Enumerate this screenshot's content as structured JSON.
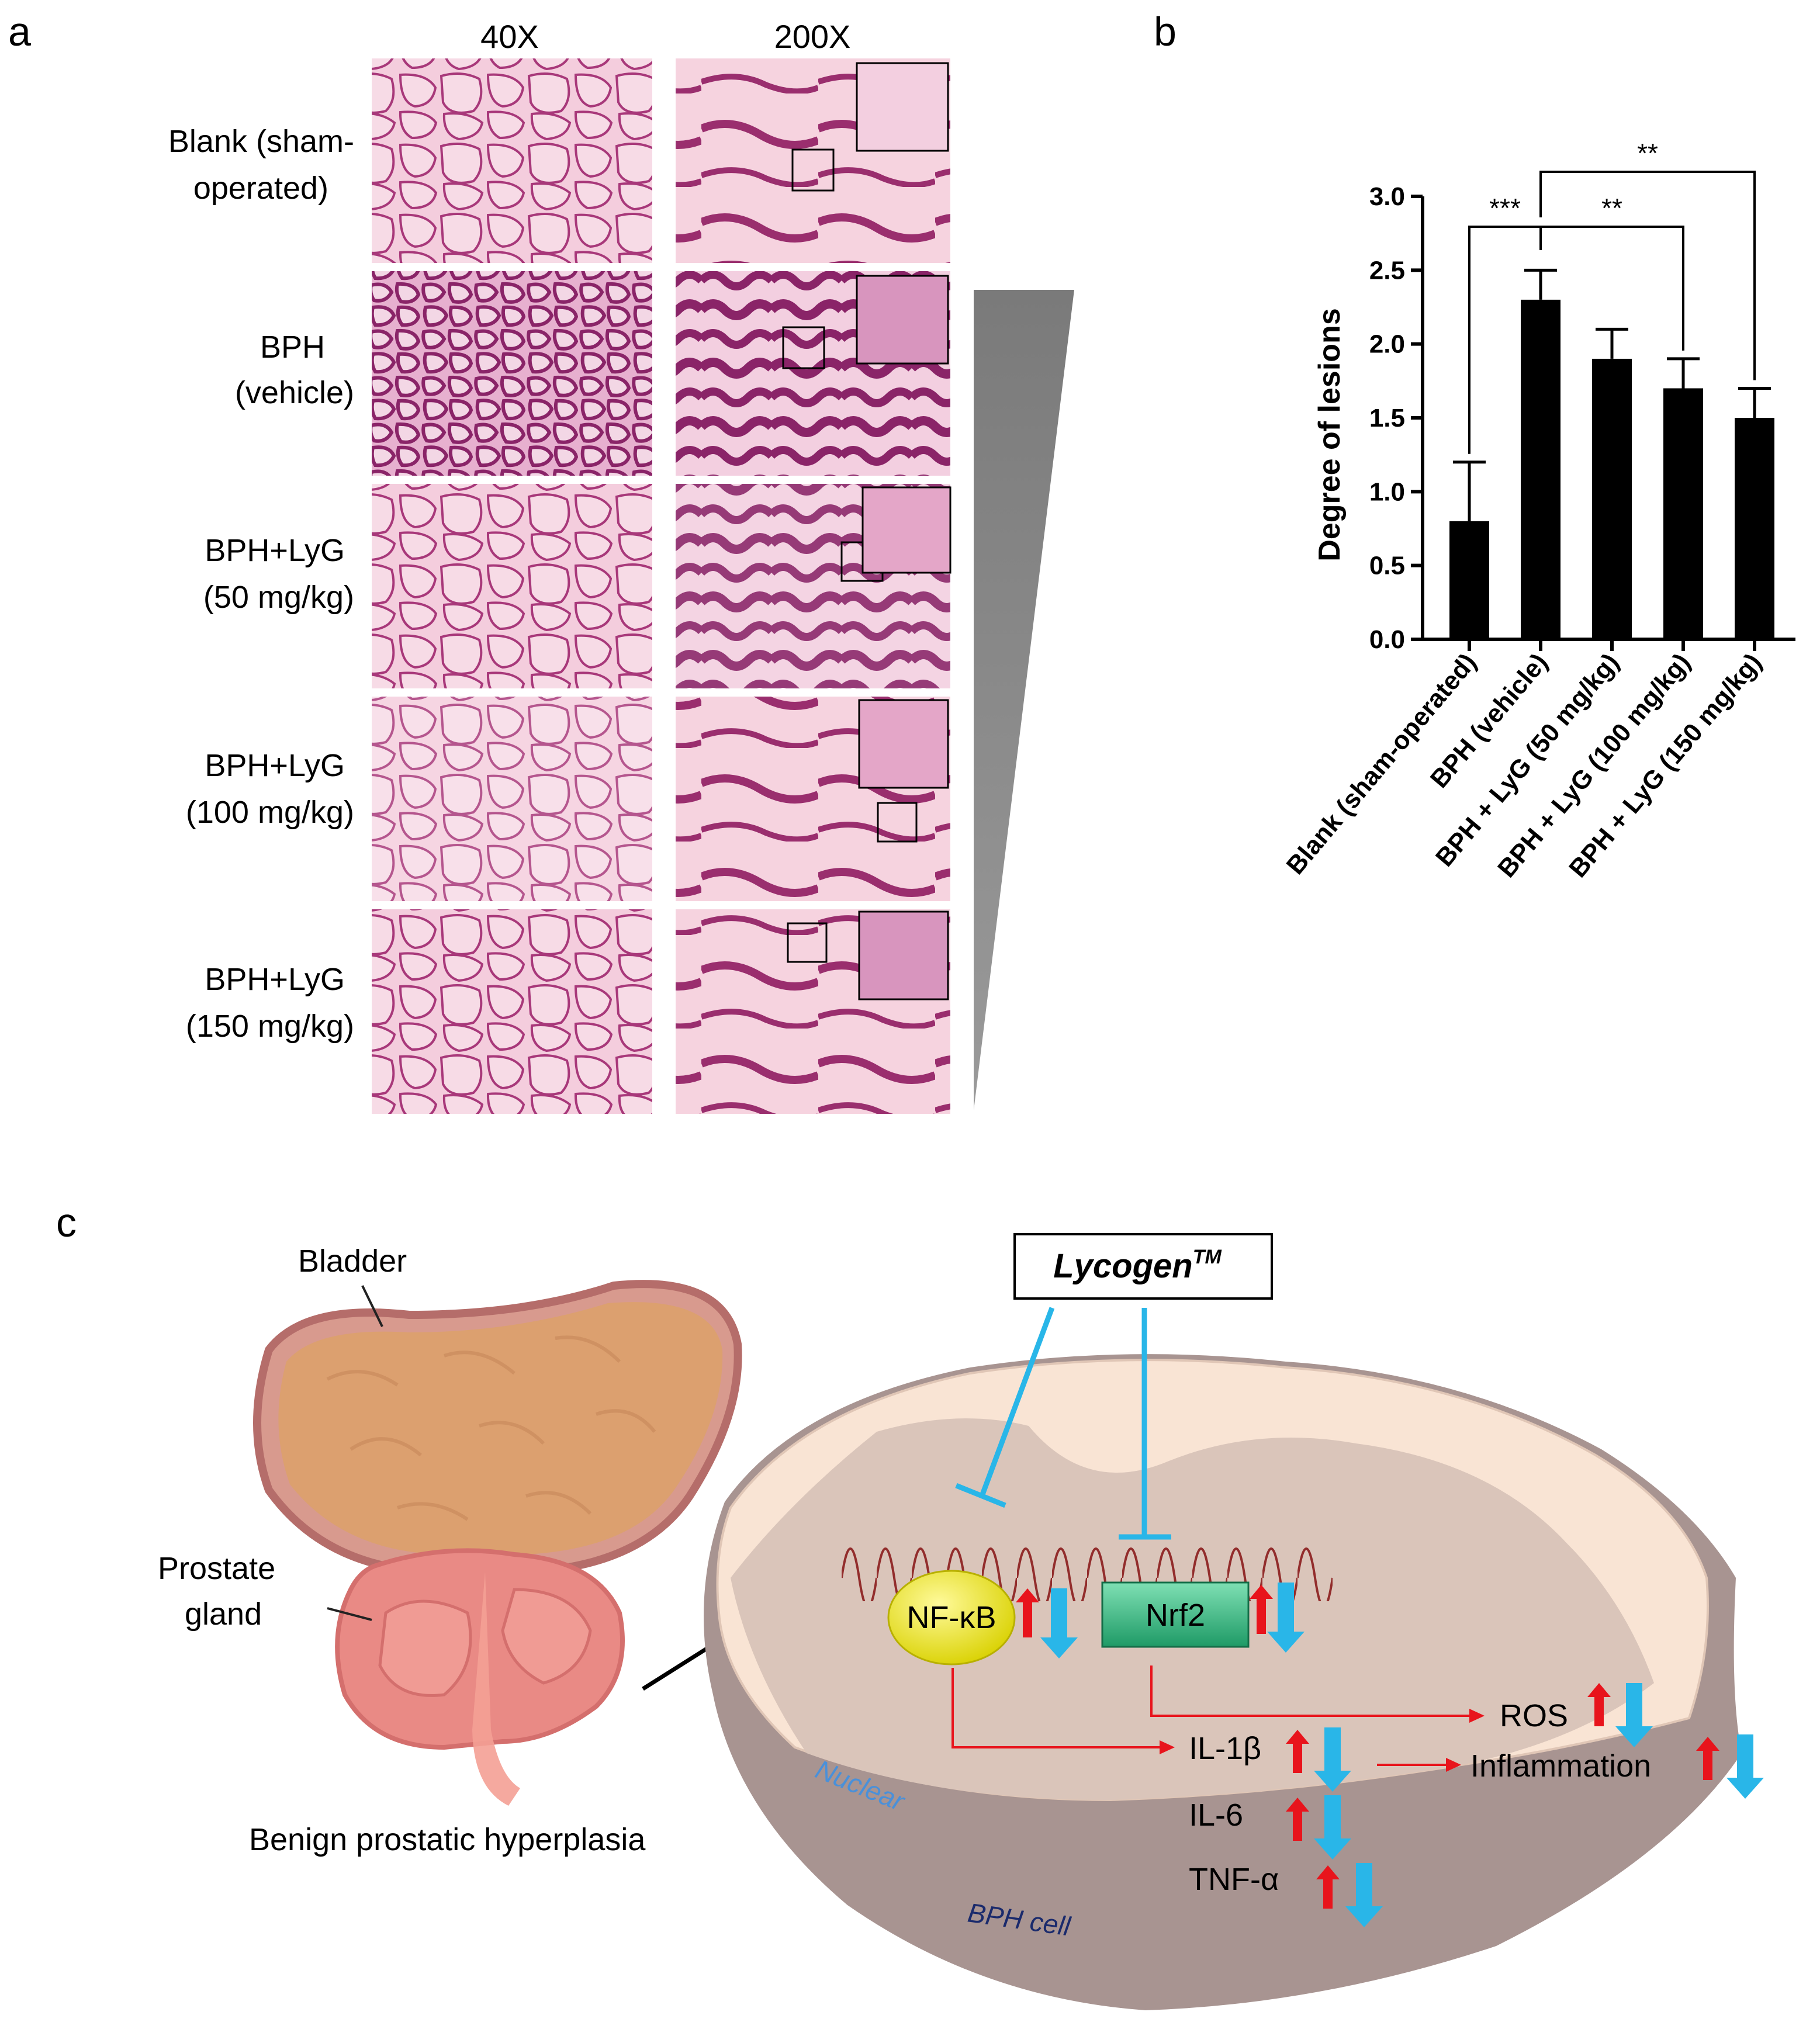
{
  "panel_a": {
    "label": "a",
    "col_headers": [
      "40X",
      "200X"
    ],
    "rows": [
      {
        "line1": "Blank (sham-",
        "line2": "operated)"
      },
      {
        "line1": "BPH",
        "line2": "(vehicle)"
      },
      {
        "line1": "BPH+LyG",
        "line2": "(50 mg/kg)"
      },
      {
        "line1": "BPH+LyG",
        "line2": "(100 mg/kg)"
      },
      {
        "line1": "BPH+LyG",
        "line2": "(150 mg/kg)"
      }
    ],
    "colors": {
      "stain_bg": "#f2c4d6",
      "stain_wall": "#a8387a",
      "lumen": "#f6d3df",
      "wedge": "#808080"
    }
  },
  "panel_b": {
    "label": "b",
    "ylabel": "Degree of lesions",
    "significance": [
      "***",
      "**",
      "**"
    ]
  },
  "chart_data": {
    "type": "bar",
    "categories": [
      "Blank (sham-operated)",
      "BPH (vehicle)",
      "BPH + LyG (50 mg/kg)",
      "BPH + LyG (100 mg/kg)",
      "BPH + LyG (150 mg/kg)"
    ],
    "values": [
      0.8,
      2.3,
      1.9,
      1.7,
      1.5
    ],
    "errors": [
      0.4,
      0.2,
      0.2,
      0.2,
      0.2
    ],
    "ylabel": "Degree of lesions",
    "ylim": [
      0,
      3.0
    ],
    "yticks": [
      "0.0",
      "0.5",
      "1.0",
      "1.5",
      "2.0",
      "2.5",
      "3.0"
    ],
    "significance": [
      {
        "pair": [
          0,
          1
        ],
        "label": "***"
      },
      {
        "pair": [
          1,
          3
        ],
        "label": "**"
      },
      {
        "pair": [
          1,
          4
        ],
        "label": "**"
      }
    ],
    "grid": false,
    "bar_color": "#000000"
  },
  "panel_c": {
    "label": "c",
    "bladder": "Bladder",
    "prostate_line1": "Prostate",
    "prostate_line2": "gland",
    "bph_caption": "Benign prostatic hyperplasia",
    "lycogen": "Lycogen",
    "lycogen_sup": "TM",
    "nfkb": "NF-κB",
    "nrf2": "Nrf2",
    "ros": "ROS",
    "il1b": "IL-1β",
    "inflammation": "Inflammation",
    "il6": "IL-6",
    "tnfa": "TNF-α",
    "nuclear": "Nuclear",
    "bph_cell": "BPH cell",
    "colors": {
      "up_arrow": "#e8141c",
      "down_arrow": "#29b6e8",
      "inhibit": "#29b6e8",
      "pathway": "#e8141c",
      "nfkb": "#f2ee1e",
      "nrf2": "#3cc48c",
      "cell": "#f9e3d3",
      "nucleus": "#d9c3b9",
      "membrane": "#a88c8c"
    }
  }
}
